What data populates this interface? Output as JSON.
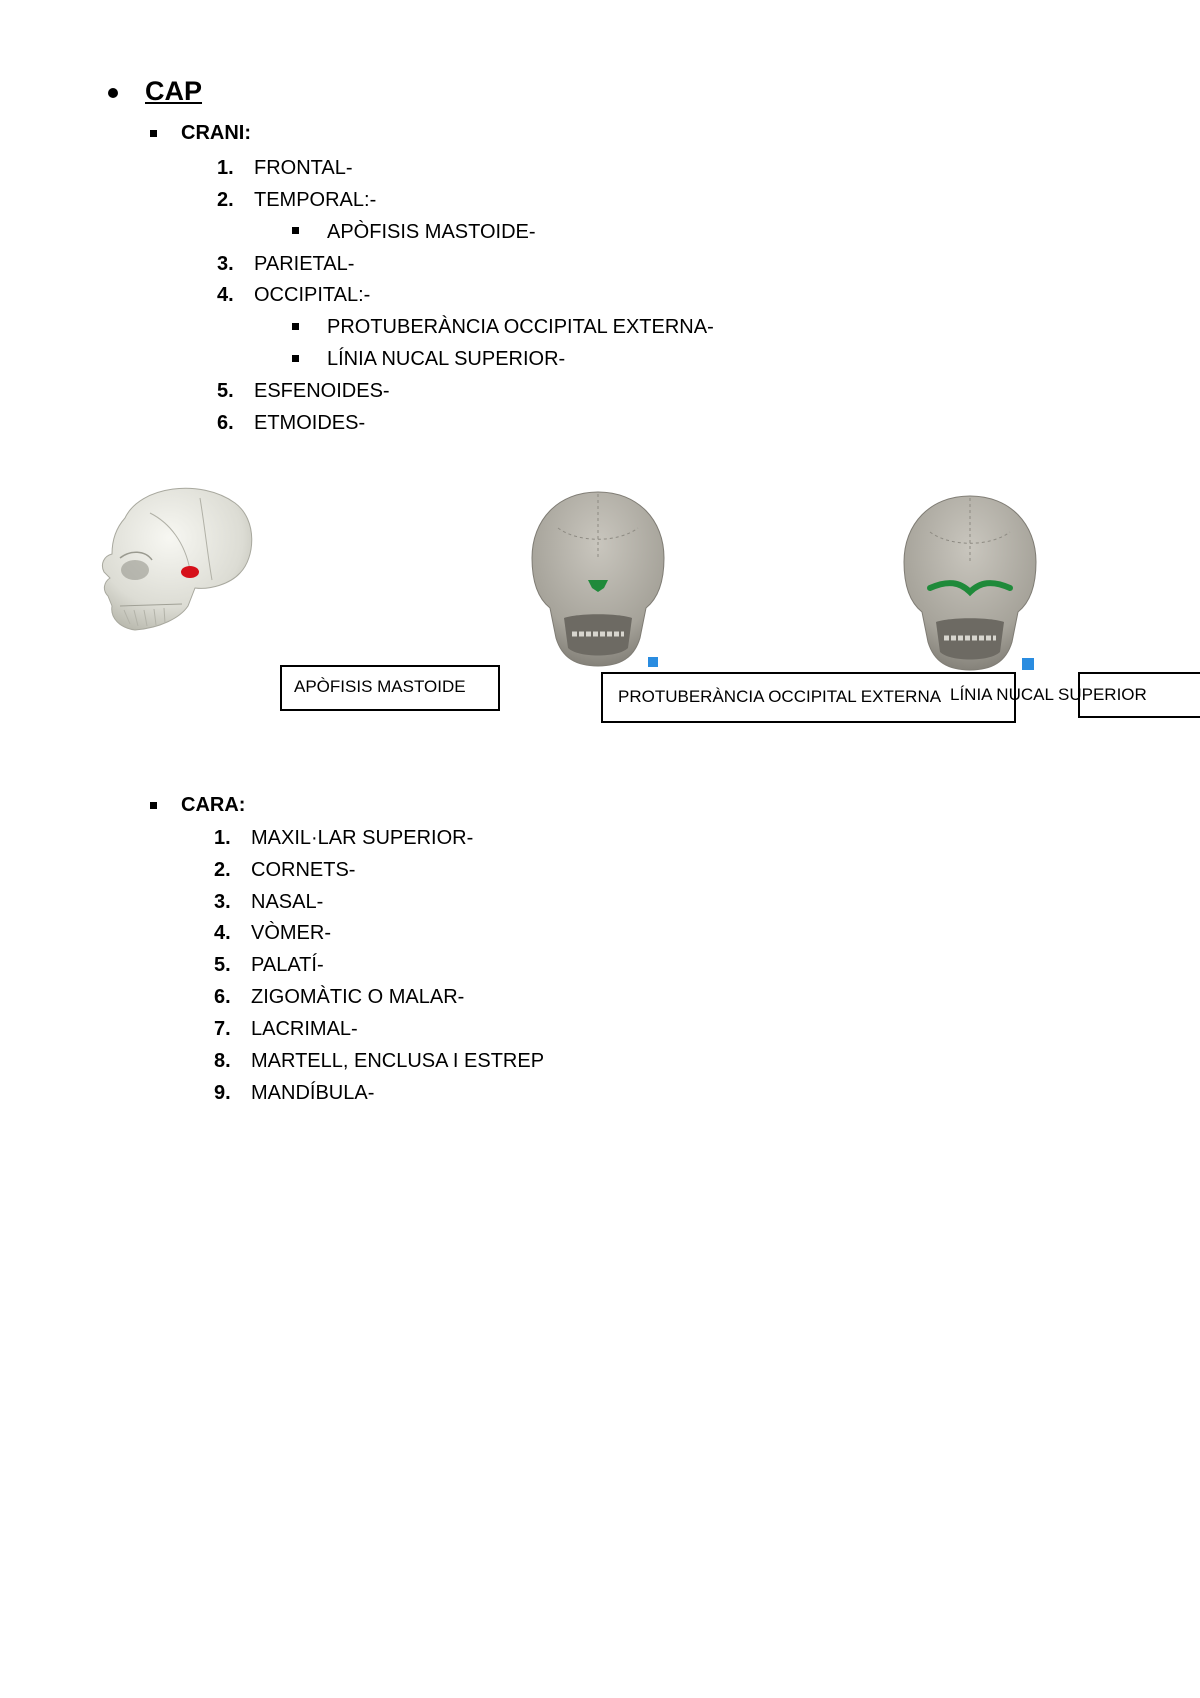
{
  "heading": "CAP",
  "crani": {
    "title": "CRANI:",
    "items": [
      {
        "num": "1.",
        "text": "FRONTAL-"
      },
      {
        "num": "2.",
        "text": "TEMPORAL:-",
        "sub": [
          "APÒFISIS MASTOIDE-"
        ]
      },
      {
        "num": "3.",
        "text": "PARIETAL-"
      },
      {
        "num": "4.",
        "text": "OCCIPITAL:-",
        "sub": [
          "PROTUBERÀNCIA OCCIPITAL EXTERNA-",
          "LÍNIA NUCAL SUPERIOR-"
        ]
      },
      {
        "num": "5.",
        "text": "ESFENOIDES-"
      },
      {
        "num": "6.",
        "text": "ETMOIDES-"
      }
    ]
  },
  "figures": {
    "labels": [
      "APÒFISIS MASTOIDE",
      "PROTUBERÀNCIA OCCIPITAL EXTERNA",
      "LÍNIA NUCAL SUPERIOR"
    ],
    "highlight_red": "#d6101a",
    "highlight_green": "#1f8a3a",
    "badge_blue": "#2a8ce0"
  },
  "cara": {
    "title": "CARA:",
    "items": [
      {
        "num": "1.",
        "text": "MAXIL·LAR SUPERIOR-"
      },
      {
        "num": "2.",
        "text": "CORNETS-"
      },
      {
        "num": "3.",
        "text": "NASAL-"
      },
      {
        "num": "4.",
        "text": "VÒMER-"
      },
      {
        "num": "5.",
        "text": "PALATÍ-"
      },
      {
        "num": "6.",
        "text": "ZIGOMÀTIC O MALAR-"
      },
      {
        "num": "7.",
        "text": "LACRIMAL-"
      },
      {
        "num": "8.",
        "text": "MARTELL, ENCLUSA I ESTREP"
      },
      {
        "num": "9.",
        "text": "MANDÍBULA-"
      }
    ]
  }
}
